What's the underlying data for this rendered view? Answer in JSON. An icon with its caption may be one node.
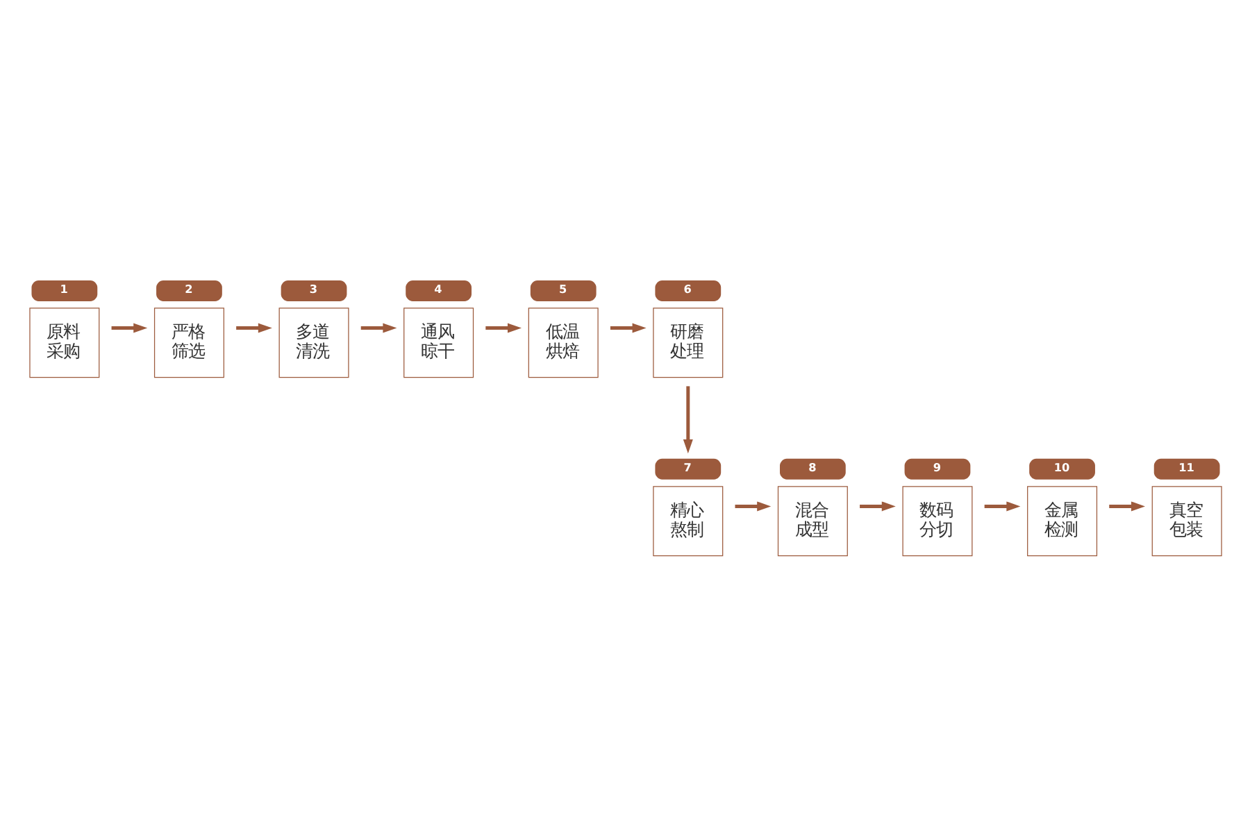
{
  "diagram": {
    "nodes": [
      {
        "text": [
          "原料采购"
        ],
        "beside": [
          "1"
        ]
      },
      {
        "text": [
          "严格筛选"
        ],
        "beside": [
          "2"
        ]
      },
      {
        "text": [
          "多道清洗"
        ],
        "beside": [
          "3"
        ]
      },
      {
        "text": [
          "通风晾干"
        ],
        "beside": [
          "4"
        ]
      },
      {
        "text": [
          "低温烘焙"
        ],
        "beside": [
          "5"
        ]
      },
      {
        "text": [
          "研磨处理"
        ],
        "beside": [
          "6"
        ]
      },
      {
        "text": [
          "精心熬制"
        ],
        "beside": [
          "7"
        ]
      },
      {
        "text": [
          "混合成型"
        ],
        "beside": [
          "8"
        ]
      },
      {
        "text": [
          "数码分切"
        ],
        "beside": [
          "9"
        ]
      },
      {
        "text": [
          "金属检测"
        ],
        "beside": [
          "10"
        ]
      },
      {
        "text": [
          "真空包装"
        ],
        "beside": [
          "11"
        ]
      }
    ],
    "edges": [
      {
        "from": 0,
        "to": 1,
        "arrow": "to"
      },
      {
        "from": 1,
        "to": 2,
        "arrow": "to"
      },
      {
        "from": 2,
        "to": 3,
        "arrow": "to"
      },
      {
        "from": 3,
        "to": 4,
        "arrow": "to"
      },
      {
        "from": 4,
        "to": 5,
        "arrow": "to"
      },
      {
        "from": 5,
        "to": 6,
        "arrow": "to"
      },
      {
        "from": 6,
        "to": 7,
        "arrow": "to"
      },
      {
        "from": 7,
        "to": 8,
        "arrow": "to"
      },
      {
        "from": 8,
        "to": 9,
        "arrow": "to"
      },
      {
        "from": 9,
        "to": 10,
        "arrow": "to"
      }
    ]
  }
}
